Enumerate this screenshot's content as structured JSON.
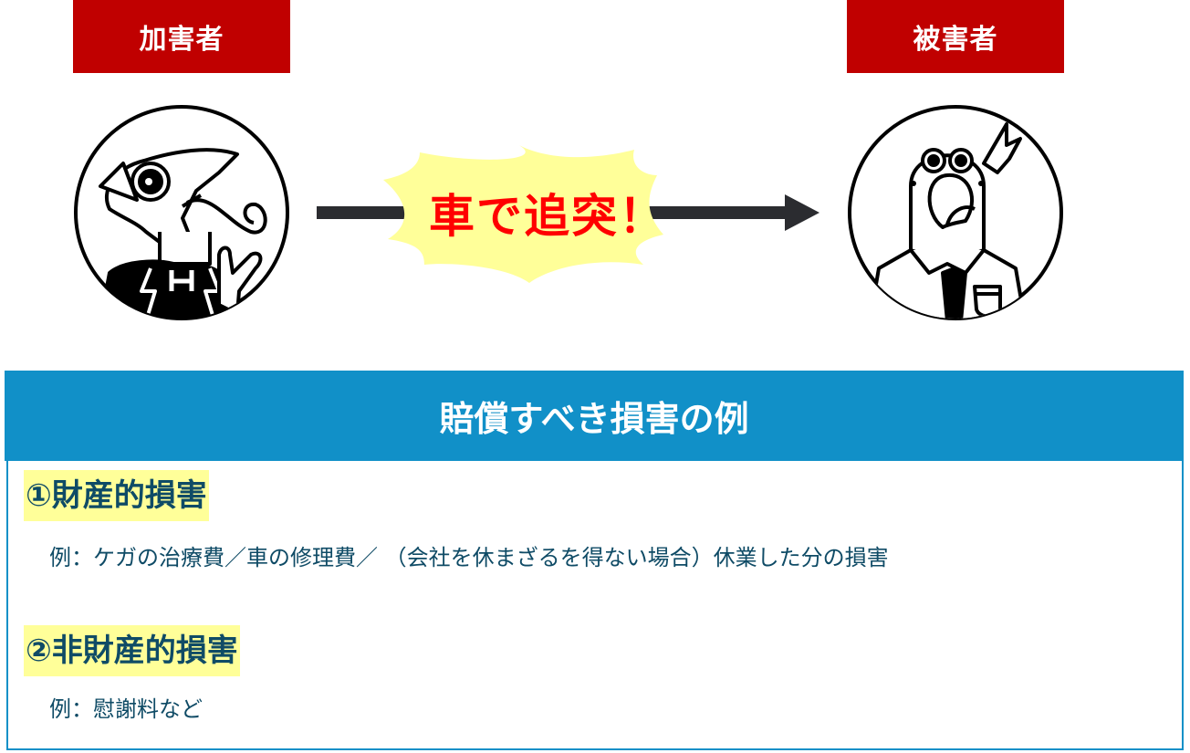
{
  "roles": {
    "perpetrator_label": "加害者",
    "victim_label": "被害者"
  },
  "event": {
    "text": "車で追突！"
  },
  "panel": {
    "title": "賠償すべき損害の例",
    "categories": [
      {
        "title": "①財産的損害",
        "example": "例：ケガの治療費／車の修理費／ （会社を休まざるを得ない場合）休業した分の損害"
      },
      {
        "title": "②非財産的損害",
        "example": "例：慰謝料など"
      }
    ]
  },
  "colors": {
    "role_label_bg": "#c00000",
    "panel_accent": "#1190c8",
    "highlight": "#ffff99",
    "event_text": "#ff0000",
    "burst_fill": "#ffff99",
    "arrow": "#2b2c30",
    "body_text": "#0f4b66"
  }
}
